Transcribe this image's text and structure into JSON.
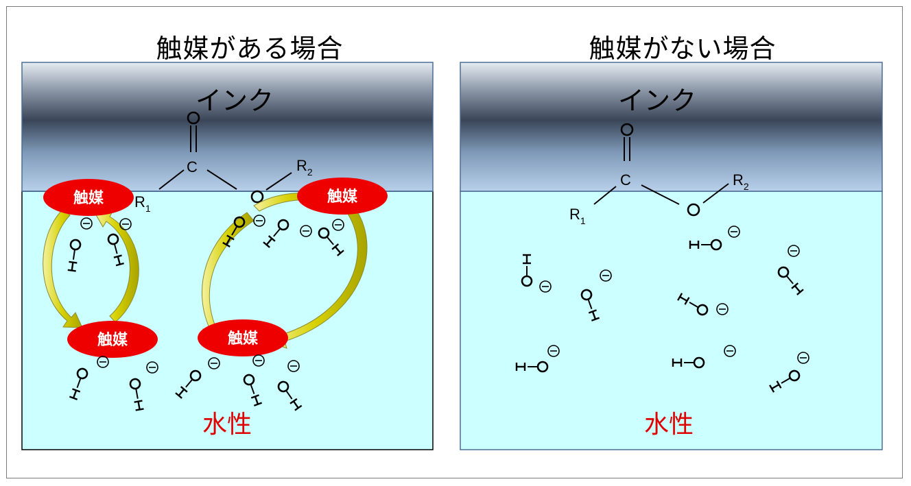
{
  "panels": {
    "left": {
      "title": "触媒がある場合",
      "ink_label": "インク",
      "water_label": "水性",
      "catalyst_label": "触媒"
    },
    "right": {
      "title": "触媒がない場合",
      "ink_label": "インク",
      "water_label": "水性"
    }
  },
  "molecule": {
    "carbon": "C",
    "oxygen": "O",
    "r1": "R",
    "r1_sub": "1",
    "r2": "R",
    "r2_sub": "2"
  },
  "hydroxide": {
    "h": "H",
    "o": "O",
    "charge": "⊖"
  },
  "colors": {
    "water": "#ccffff",
    "ink_dark": "#3c4a5c",
    "ink_light": "#b8d0e8",
    "catalyst": "#ee0000",
    "arrow": "#d8d000",
    "water_text": "#e00000"
  }
}
